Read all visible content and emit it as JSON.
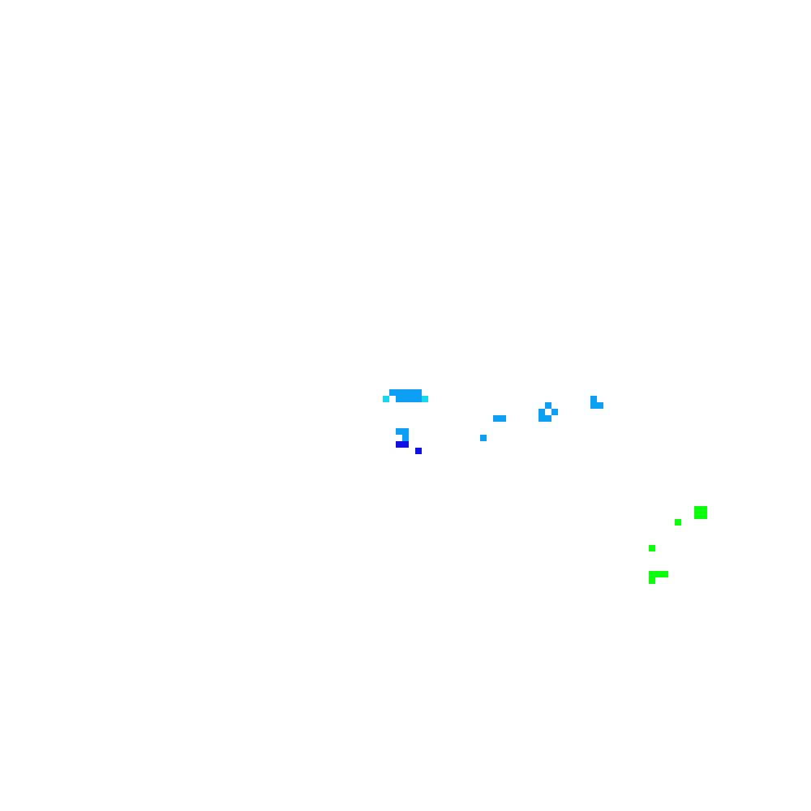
{
  "palette": {
    "background": "#ffffff",
    "cyan": "#17d6f0",
    "sky": "#0c9ef5",
    "blue": "#1010e0",
    "green": "#0cff0c"
  },
  "grid": {
    "columns": 125,
    "rows": 125
  },
  "clusters": [
    {
      "name": "cluster-top-left",
      "cells": [
        {
          "c": 60,
          "r": 60,
          "color": "sky"
        },
        {
          "c": 61,
          "r": 60,
          "color": "sky"
        },
        {
          "c": 62,
          "r": 60,
          "color": "sky"
        },
        {
          "c": 63,
          "r": 60,
          "color": "sky"
        },
        {
          "c": 64,
          "r": 60,
          "color": "sky"
        },
        {
          "c": 59,
          "r": 61,
          "color": "cyan"
        },
        {
          "c": 61,
          "r": 61,
          "color": "sky"
        },
        {
          "c": 62,
          "r": 61,
          "color": "sky"
        },
        {
          "c": 63,
          "r": 61,
          "color": "sky"
        },
        {
          "c": 64,
          "r": 61,
          "color": "sky"
        },
        {
          "c": 65,
          "r": 61,
          "color": "cyan"
        }
      ]
    },
    {
      "name": "cluster-left-lower",
      "cells": [
        {
          "c": 61,
          "r": 66,
          "color": "sky"
        },
        {
          "c": 62,
          "r": 66,
          "color": "sky"
        },
        {
          "c": 62,
          "r": 67,
          "color": "sky"
        },
        {
          "c": 61,
          "r": 68,
          "color": "blue"
        },
        {
          "c": 62,
          "r": 68,
          "color": "blue"
        },
        {
          "c": 64,
          "r": 69,
          "color": "blue"
        }
      ]
    },
    {
      "name": "cluster-middle",
      "cells": [
        {
          "c": 76,
          "r": 64,
          "color": "sky"
        },
        {
          "c": 77,
          "r": 64,
          "color": "sky"
        },
        {
          "c": 74,
          "r": 67,
          "color": "sky"
        },
        {
          "c": 84,
          "r": 62,
          "color": "sky"
        },
        {
          "c": 83,
          "r": 63,
          "color": "sky"
        },
        {
          "c": 85,
          "r": 63,
          "color": "sky"
        },
        {
          "c": 83,
          "r": 64,
          "color": "sky"
        },
        {
          "c": 84,
          "r": 64,
          "color": "sky"
        }
      ]
    },
    {
      "name": "cluster-right",
      "cells": [
        {
          "c": 91,
          "r": 61,
          "color": "sky"
        },
        {
          "c": 91,
          "r": 62,
          "color": "sky"
        },
        {
          "c": 92,
          "r": 62,
          "color": "sky"
        }
      ]
    },
    {
      "name": "cluster-green",
      "cells": [
        {
          "c": 107,
          "r": 78,
          "color": "green"
        },
        {
          "c": 108,
          "r": 78,
          "color": "green"
        },
        {
          "c": 107,
          "r": 79,
          "color": "green"
        },
        {
          "c": 108,
          "r": 79,
          "color": "green"
        },
        {
          "c": 104,
          "r": 80,
          "color": "green"
        },
        {
          "c": 100,
          "r": 84,
          "color": "green"
        },
        {
          "c": 100,
          "r": 88,
          "color": "green"
        },
        {
          "c": 101,
          "r": 88,
          "color": "green"
        },
        {
          "c": 102,
          "r": 88,
          "color": "green"
        },
        {
          "c": 100,
          "r": 89,
          "color": "green"
        }
      ]
    }
  ]
}
